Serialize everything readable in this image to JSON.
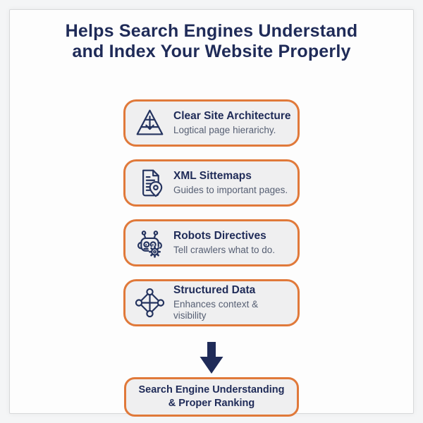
{
  "header": {
    "title_line1": "Helps Search Engines Understand",
    "title_line2": "and Index Your Website Properly"
  },
  "cards": [
    {
      "icon": "pyramid-hierarchy-icon",
      "title": "Clear Site Architecture",
      "subtitle": "Logtical page hierarichy."
    },
    {
      "icon": "document-location-pin-icon",
      "title": "XML Sittemaps",
      "subtitle": "Guides to important pages."
    },
    {
      "icon": "robot-gear-icon",
      "title": "Robots Directives",
      "subtitle": "Tell crawlers what to do."
    },
    {
      "icon": "network-nodes-icon",
      "title": "Structured Data",
      "subtitle": "Enhances context & visibility"
    }
  ],
  "flow": {
    "arrow": "down-arrow-icon"
  },
  "result": {
    "line1": "Search Engine Understanding",
    "line2": "& Proper Ranking"
  },
  "colors": {
    "accent_orange": "#e0793a",
    "navy": "#1f2b58",
    "icon_navy": "#24335f",
    "subtitle_gray": "#565f73",
    "card_background": "#efeff0"
  }
}
